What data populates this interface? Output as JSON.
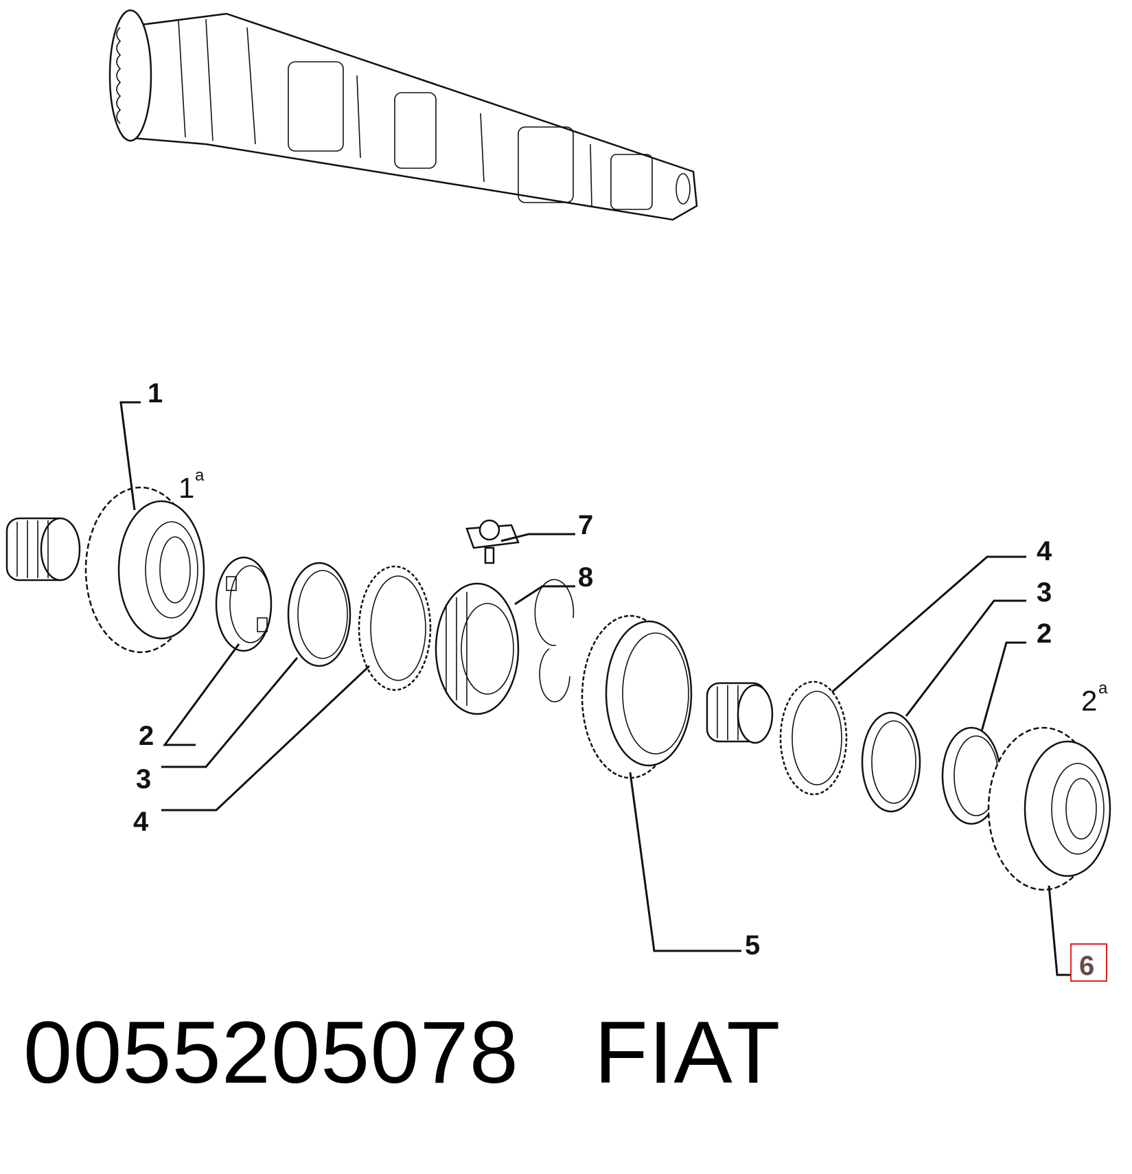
{
  "callouts": {
    "c1": "1",
    "c7": "7",
    "c8": "8",
    "c2_left": "2",
    "c3_left": "3",
    "c4_left": "4",
    "c5": "5",
    "c4_right": "4",
    "c3_right": "3",
    "c2_right": "2",
    "c6": "6"
  },
  "gear_labels": {
    "first": {
      "number": "1",
      "sup": "a"
    },
    "second": {
      "number": "2",
      "sup": "a"
    }
  },
  "highlight_color": "#e02020",
  "caption": {
    "part_number": "0055205078",
    "brand": "FIAT"
  }
}
